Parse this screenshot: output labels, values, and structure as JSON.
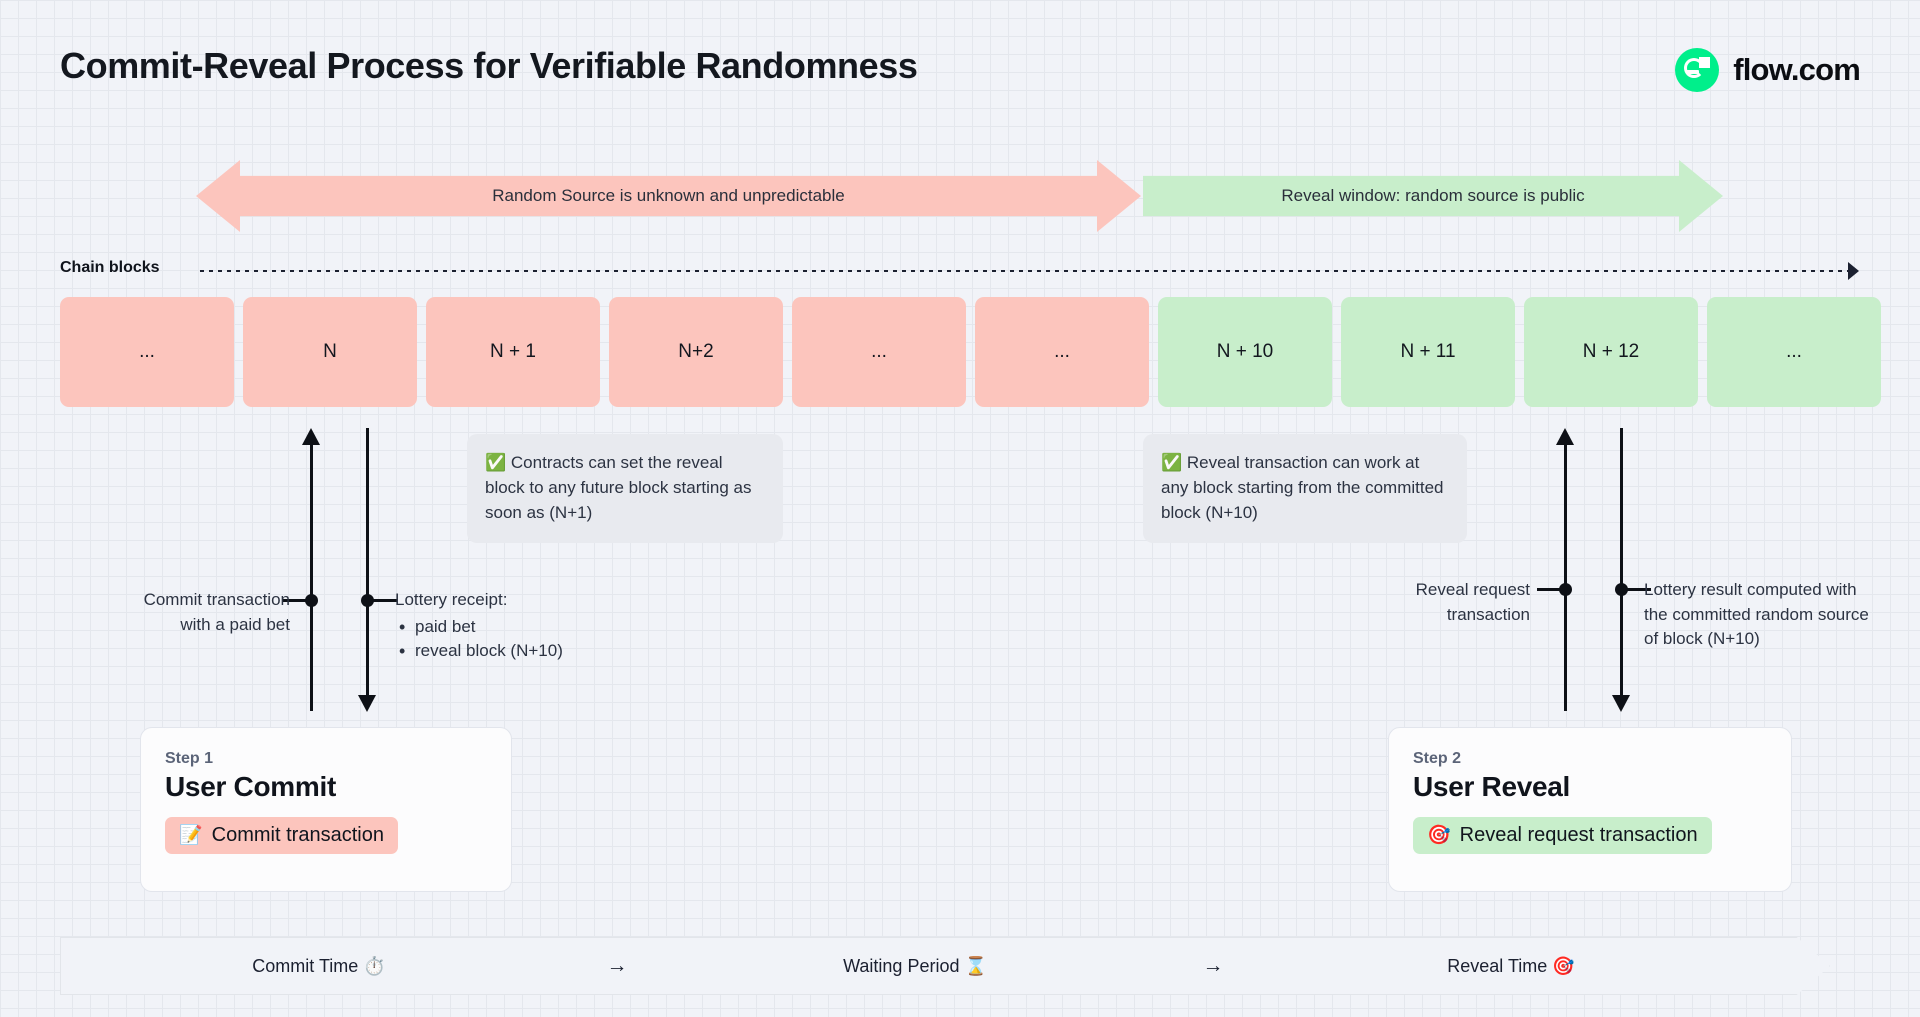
{
  "header": {
    "title": "Commit-Reveal Process for Verifiable Randomness",
    "brand_name": "flow.com",
    "brand_color": "#00ef8b"
  },
  "phases": [
    {
      "label": "Random Source is unknown and unpredictable",
      "color": "#fcc5bd",
      "direction": "both"
    },
    {
      "label": "Reveal window: random source is public",
      "color": "#c8eecb",
      "direction": "right"
    }
  ],
  "chain": {
    "label": "Chain blocks",
    "blocks": [
      {
        "label": "...",
        "state": "pink"
      },
      {
        "label": "N",
        "state": "pink"
      },
      {
        "label": "N + 1",
        "state": "pink"
      },
      {
        "label": "N+2",
        "state": "pink"
      },
      {
        "label": "...",
        "state": "pink"
      },
      {
        "label": "...",
        "state": "pink"
      },
      {
        "label": "N + 10",
        "state": "green"
      },
      {
        "label": "N + 11",
        "state": "green"
      },
      {
        "label": "N + 12",
        "state": "green"
      },
      {
        "label": "...",
        "state": "green"
      }
    ]
  },
  "callouts": [
    {
      "icon": "✅",
      "text": "Contracts can set the reveal block to any future block starting as soon as (N+1)"
    },
    {
      "icon": "✅",
      "text": "Reveal transaction can work at any block starting from the committed block (N+10)"
    }
  ],
  "events": {
    "commit_line1": "Commit transaction",
    "commit_line2": "with a paid bet",
    "receipt_title": "Lottery receipt:",
    "receipt_items": [
      "paid bet",
      "reveal block (N+10)"
    ],
    "reveal_request_line1": "Reveal request",
    "reveal_request_line2": "transaction",
    "result_text": "Lottery result computed with the committed random source of block (N+10)"
  },
  "steps": [
    {
      "eyebrow": "Step 1",
      "title": "User Commit",
      "pill_label": "Commit transaction",
      "pill_emoji": "📝",
      "pill_color": "#fcc5bd"
    },
    {
      "eyebrow": "Step 2",
      "title": "User Reveal",
      "pill_label": "Reveal request transaction",
      "pill_emoji": "🎯",
      "pill_color": "#c8eecb"
    }
  ],
  "timeline": {
    "segments": [
      "Commit Time ⏱️",
      "Waiting Period ⌛",
      "Reveal Time 🎯"
    ],
    "arrow": "→"
  }
}
